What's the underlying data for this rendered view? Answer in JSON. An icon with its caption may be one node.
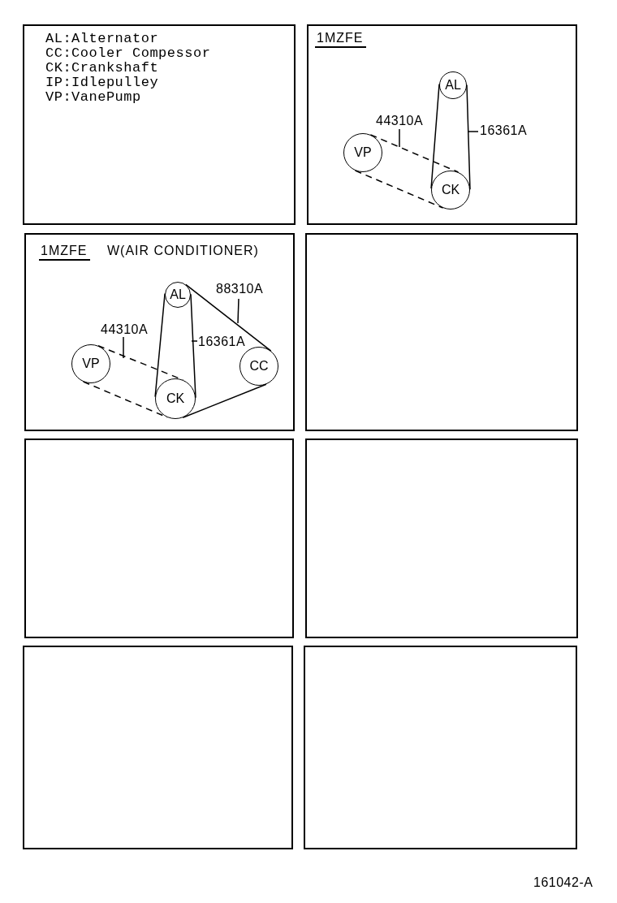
{
  "diagram": {
    "nodes": [
      {
        "text": [
          "AL:Alternator",
          "CC:Cooler Compessor",
          "CK:Crankshaft",
          "IP:Idlepulley",
          "VP:VanePump"
        ]
      },
      {
        "text": [
          "1MZFE"
        ]
      },
      {
        "text": [
          "AL"
        ],
        "in": 1
      },
      {
        "text": [
          "VP"
        ],
        "in": 1
      },
      {
        "text": [
          "CK"
        ],
        "in": 1
      },
      {
        "text": [
          "1MZFE",
          "W(AIR CONDITIONER)"
        ]
      },
      {
        "text": [
          "AL"
        ],
        "in": 5
      },
      {
        "text": [
          "VP"
        ],
        "in": 5
      },
      {
        "text": [
          "CK"
        ],
        "in": 5
      },
      {
        "text": [
          "CC"
        ],
        "in": 5
      },
      {
        "text": [],
        "shape": "box"
      },
      {
        "text": [],
        "shape": "box"
      },
      {
        "text": [],
        "shape": "box"
      },
      {
        "text": [],
        "shape": "box"
      },
      {
        "text": [],
        "shape": "box"
      }
    ],
    "edges": [
      {
        "from": 2,
        "to": 4,
        "arrow": "none",
        "label": "16361A"
      },
      {
        "from": 3,
        "to": 4,
        "arrow": "none",
        "style": "dashed",
        "label": "44310A"
      },
      {
        "from": 6,
        "to": 9,
        "arrow": "none",
        "label": "88310A"
      },
      {
        "from": 9,
        "to": 8,
        "arrow": "none"
      },
      {
        "from": 6,
        "to": 8,
        "arrow": "none",
        "label": "16361A"
      },
      {
        "from": 7,
        "to": 8,
        "arrow": "none",
        "style": "dashed",
        "label": "44310A"
      }
    ],
    "labels": [
      "161042-A"
    ]
  }
}
